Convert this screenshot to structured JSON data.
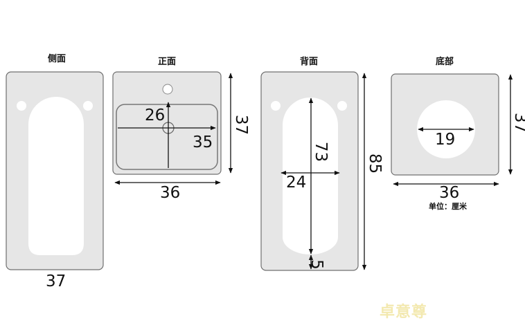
{
  "views": {
    "side": {
      "title": "侧面",
      "width": "37"
    },
    "front": {
      "title": "正面",
      "basin_height": "26",
      "basin_width": "35",
      "height": "37",
      "width": "36"
    },
    "back": {
      "title": "背面",
      "opening_height": "73",
      "opening_width": "24",
      "bottom_gap": "5",
      "height": "85"
    },
    "bottom": {
      "title": "底部",
      "hole_diameter": "19",
      "height": "37",
      "width": "36"
    }
  },
  "unit_note": "单位：厘米",
  "watermark": "卓意尊",
  "colors": {
    "panel_fill": "#e6e6e6",
    "panel_stroke": "#6f6f6f",
    "line": "#111111",
    "watermark": "#f3e9b0"
  }
}
